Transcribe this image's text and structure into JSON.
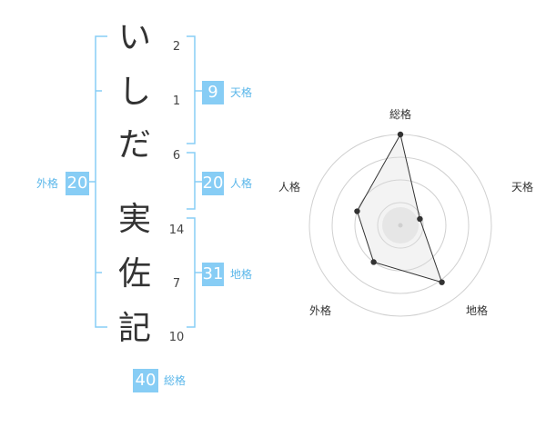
{
  "name": {
    "chars": [
      {
        "char": "い",
        "strokes": "2"
      },
      {
        "char": "し",
        "strokes": "1"
      },
      {
        "char": "だ",
        "strokes": "6"
      },
      {
        "char": "実",
        "strokes": "14"
      },
      {
        "char": "佐",
        "strokes": "7"
      },
      {
        "char": "記",
        "strokes": "10"
      }
    ]
  },
  "kakusu": {
    "tenkaku": {
      "value": "9",
      "label": "天格"
    },
    "jinkaku": {
      "value": "20",
      "label": "人格"
    },
    "chikaku": {
      "value": "31",
      "label": "地格"
    },
    "gaikaku": {
      "value": "20",
      "label": "外格"
    },
    "soukaku": {
      "value": "40",
      "label": "総格"
    }
  },
  "colors": {
    "accent": "#87cdf5",
    "label": "#5bb7ea",
    "bracket": "#87cdf5"
  },
  "chart_data": {
    "type": "radar",
    "axes": [
      "総格",
      "天格",
      "地格",
      "外格",
      "人格"
    ],
    "values": [
      40,
      9,
      31,
      20,
      20
    ],
    "rings": 4,
    "grid": true
  }
}
